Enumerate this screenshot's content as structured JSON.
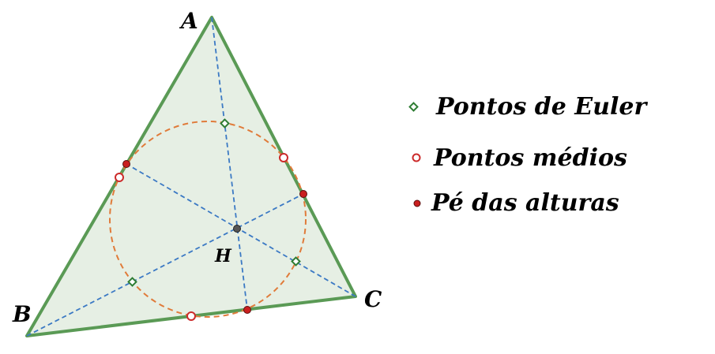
{
  "vertices": {
    "a": "A",
    "b": "B",
    "c": "C"
  },
  "orthocenter_label": "H",
  "legend": {
    "euler": "Pontos de Euler",
    "midpoints": "Pontos médios",
    "feet": "Pé das alturas"
  },
  "colors": {
    "triangle_stroke": "#5a9a55",
    "triangle_fill": "#e6efe4",
    "altitudes": "#3b79c4",
    "nine_point_circle": "#e07b3a",
    "euler_points": "#2f7d34",
    "midpoints": "#cc2b2b",
    "feet": "#c91f1f",
    "orthocenter": "#555555"
  }
}
